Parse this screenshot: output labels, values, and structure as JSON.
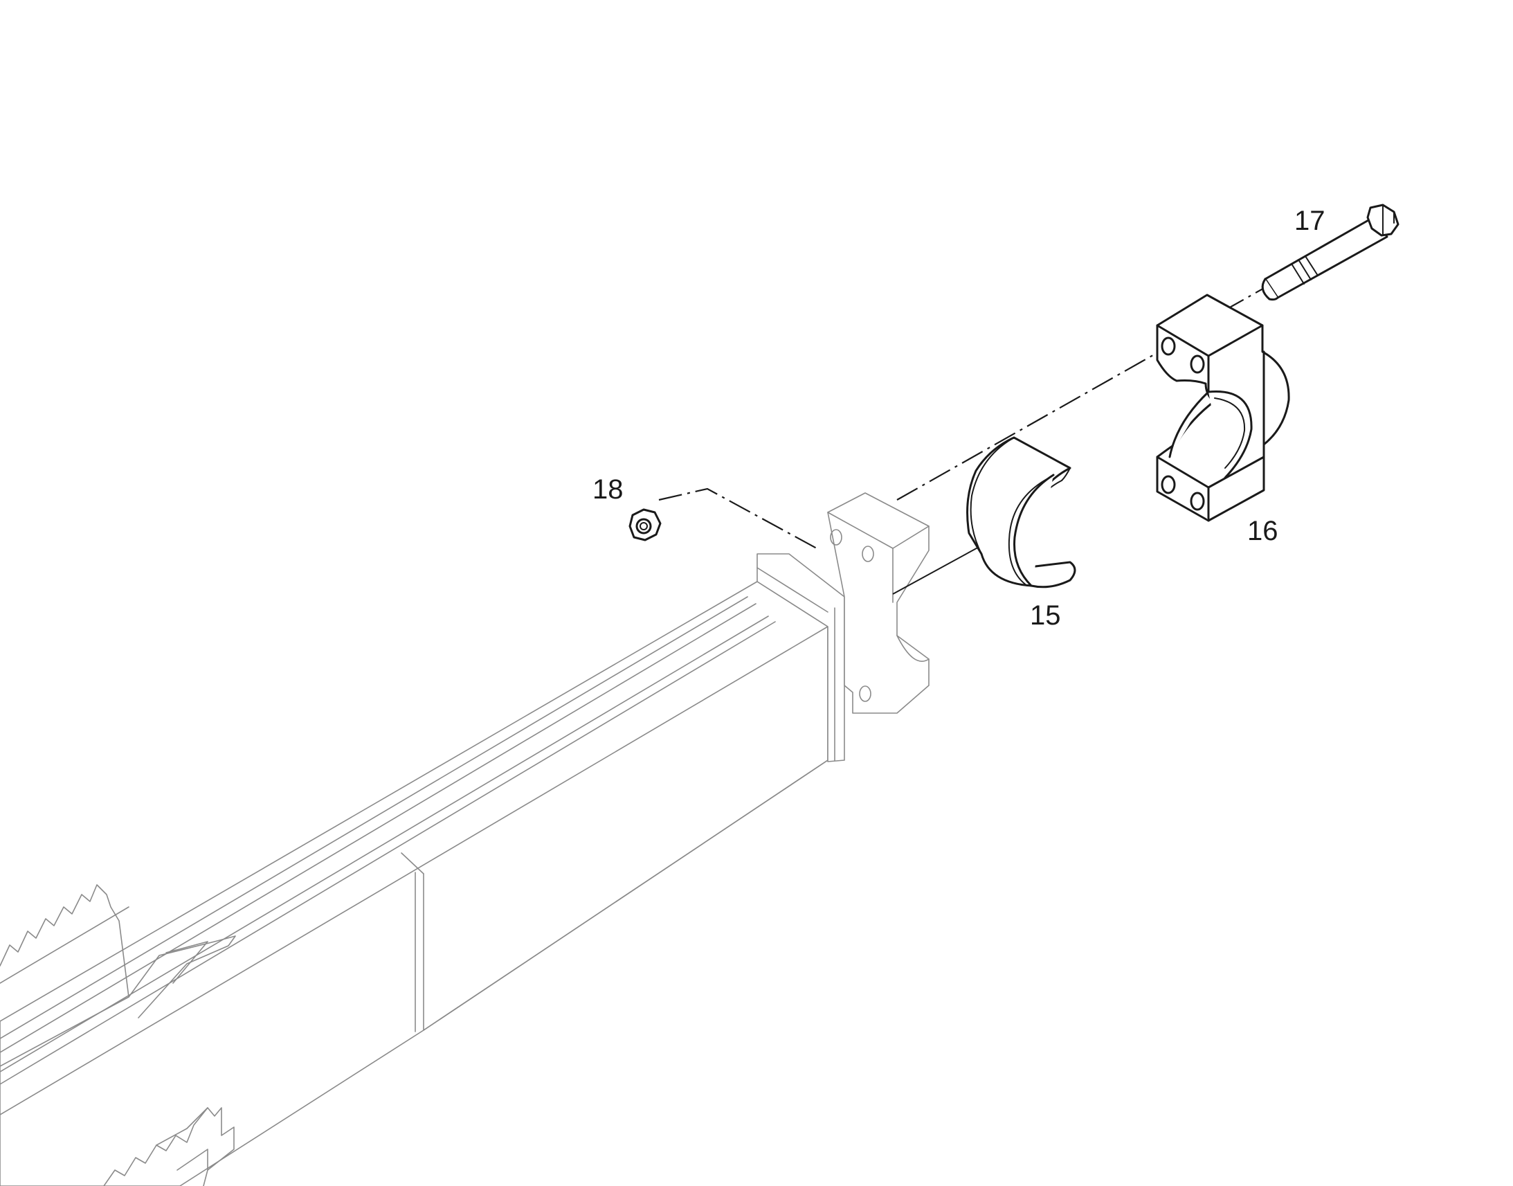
{
  "callouts": {
    "c15": "15",
    "c16": "16",
    "c17": "17",
    "c18": "18"
  },
  "colors": {
    "line": "#1a1a1a",
    "faint": "#8a8a8a",
    "background": "#ffffff"
  }
}
